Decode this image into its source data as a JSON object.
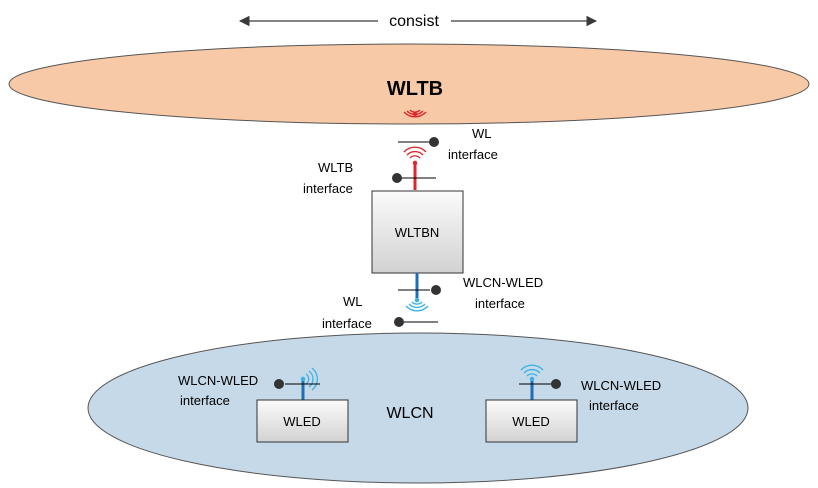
{
  "arrow_label": "consist",
  "backbone": {
    "label": "WLTB"
  },
  "node": {
    "label": "WLTBN"
  },
  "consist_network": {
    "label": "WLCN"
  },
  "wl_interface_top": {
    "line1": "WL",
    "line2": "interface"
  },
  "wltb_interface": {
    "line1": "WLTB",
    "line2": "interface"
  },
  "wlcn_wled_interface_node": {
    "line1": "WLCN-WLED",
    "line2": "interface"
  },
  "wl_interface_bottom": {
    "line1": "WL",
    "line2": "interface"
  },
  "wled_left": {
    "label": "WLED",
    "iface_line1": "WLCN-WLED",
    "iface_line2": "interface"
  },
  "wled_right": {
    "label": "WLED",
    "iface_line1": "WLCN-WLED",
    "iface_line2": "interface"
  },
  "colors": {
    "backbone_fill": "#f7c9a6",
    "consist_fill": "#c6d9e8",
    "red_signal": "#e0262b",
    "blue_signal": "#1f6fb5",
    "light_blue_signal": "#3ab2e6"
  }
}
